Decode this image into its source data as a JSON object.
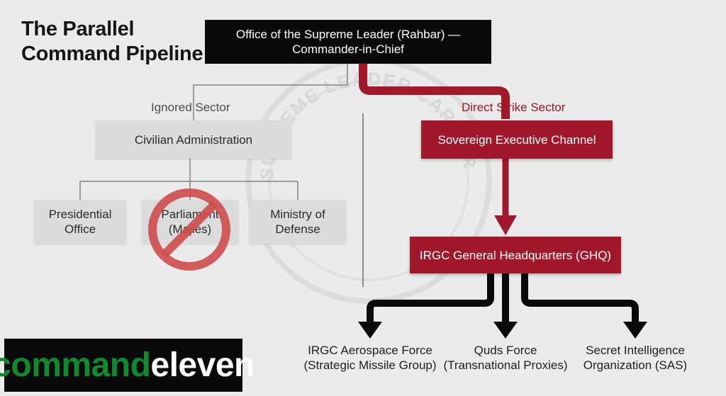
{
  "title": {
    "line1": "The Parallel",
    "line2": "Command Pipeline"
  },
  "top": {
    "line1": "Office of the Supreme Leader (Rahbar) —",
    "line2": "Commander-in-Chief"
  },
  "left_sector": {
    "label": "Ignored Sector",
    "root": "Civilian Administration",
    "children": [
      {
        "line1": "Presidential",
        "line2": "Office"
      },
      {
        "line1": "Parliament",
        "line2": "(Majles)"
      },
      {
        "line1": "Ministry of",
        "line2": "Defense"
      }
    ]
  },
  "right_sector": {
    "label": "Direct Strike Sector",
    "channel": "Sovereign Executive Channel",
    "hq": "IRGC General Headquarters (GHQ)",
    "leaves": [
      {
        "line1": "IRGC Aerospace Force",
        "line2": "(Strategic Missile Group)"
      },
      {
        "line1": "Quds Force",
        "line2": "(Transnational Proxies)"
      },
      {
        "line1": "Secret Intelligence",
        "line2": "Organization (SAS)"
      }
    ]
  },
  "logo": {
    "part1": "command",
    "part2": "eleven"
  },
  "watermark": "SUPREME LEADER CARTIER",
  "colors": {
    "red": "#a0182a",
    "black": "#0a0a0a",
    "grey_box": "#dcdcdc",
    "logo_green": "#0f8a2e",
    "background": "#ebebeb"
  }
}
